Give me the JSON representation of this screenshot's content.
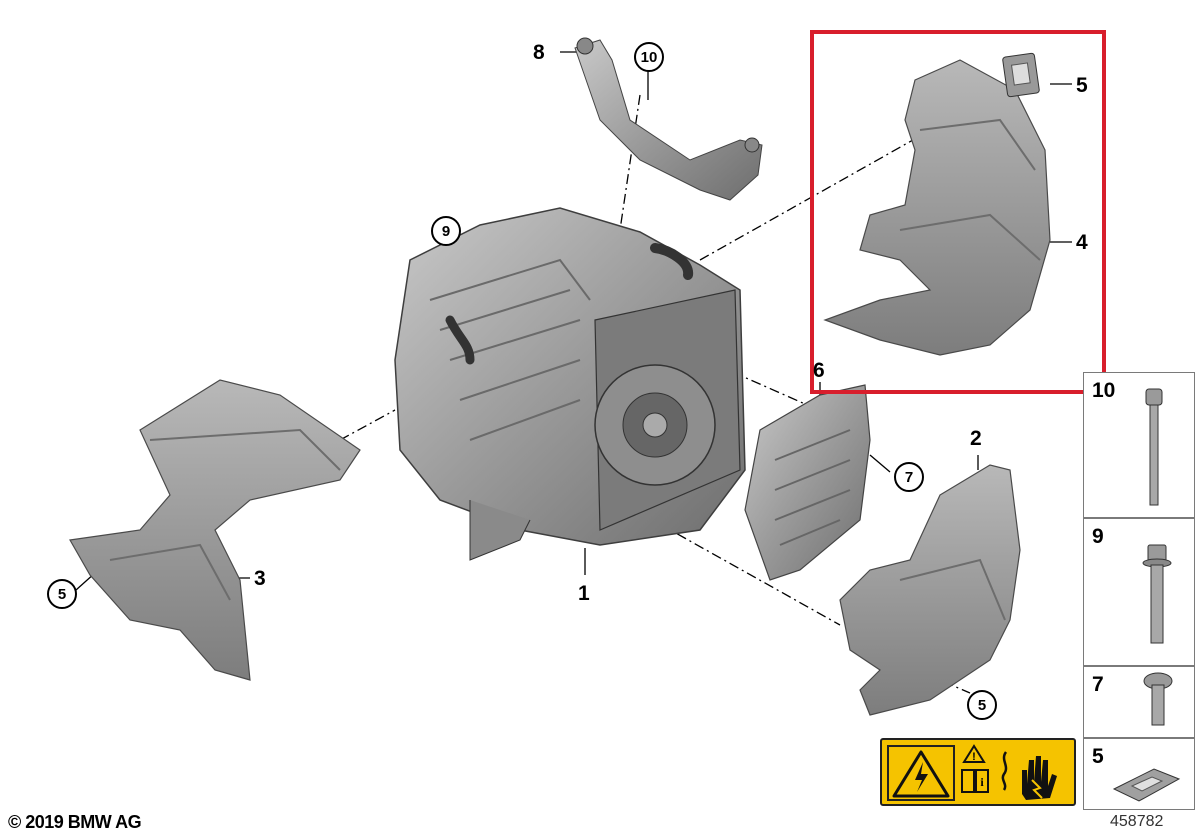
{
  "callouts": {
    "c1": "1",
    "c2": "2",
    "c3": "3",
    "c4": "4",
    "c5_top": "5",
    "c6": "6",
    "c8": "8",
    "c5_left": "5",
    "c5_right": "5",
    "c7": "7",
    "c9": "9",
    "c10": "10"
  },
  "side_panel": {
    "items": [
      {
        "number": "10",
        "part": "bolt-long-icon"
      },
      {
        "number": "9",
        "part": "bolt-flange-icon"
      },
      {
        "number": "7",
        "part": "screw-short-icon"
      },
      {
        "number": "5",
        "part": "clip-icon"
      }
    ]
  },
  "footer": {
    "copyright": "© 2019 BMW AG",
    "diagram_id": "458782"
  },
  "colors": {
    "highlight": "#d81e2c",
    "warning_bg": "#f5c300",
    "part_gray": "#9a9a9a"
  }
}
